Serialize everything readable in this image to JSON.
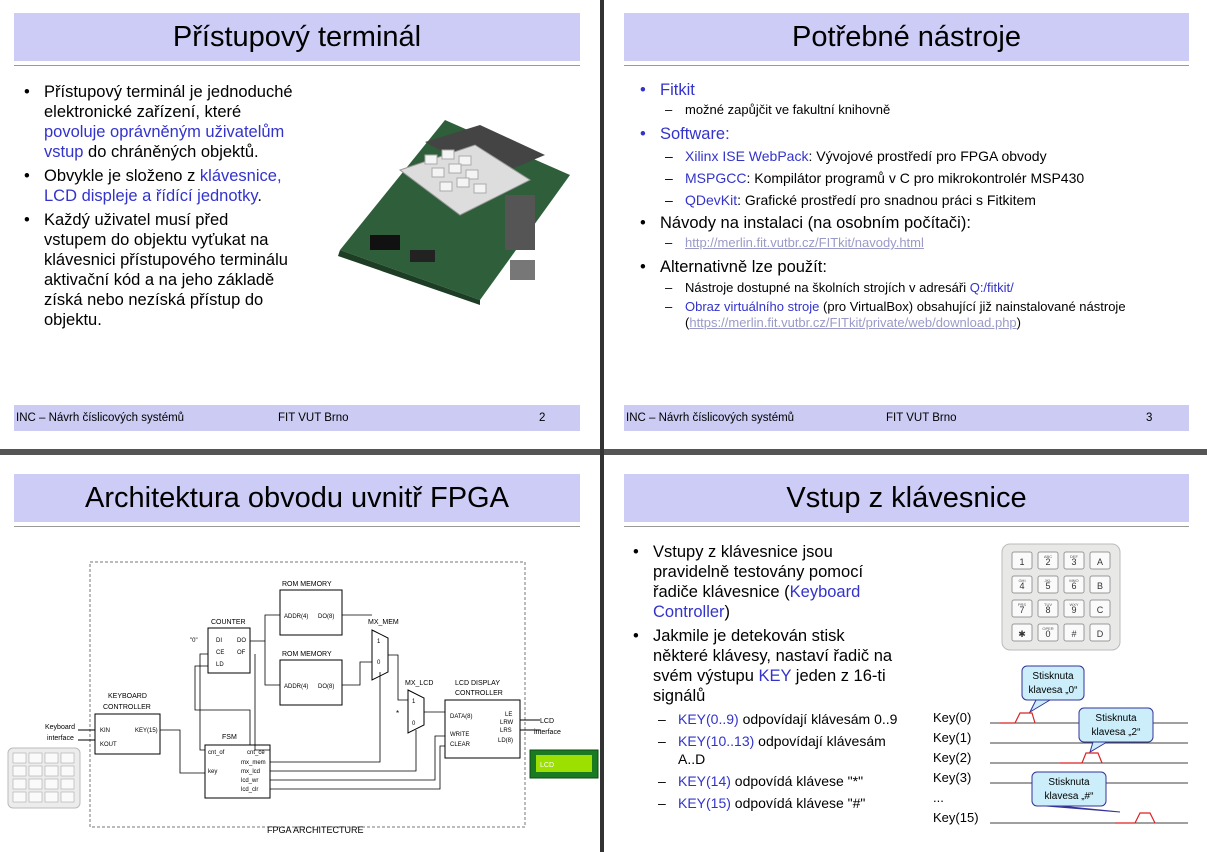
{
  "footer": {
    "left": "INC – Návrh číslicových systémů",
    "center": "FIT VUT Brno"
  },
  "slide1": {
    "title": "Přístupový terminál",
    "page": "2",
    "b1": {
      "t1": "Přístupový terminál je jednoduché elektronické zařízení, které ",
      "h1": "povoluje oprávněným uživatelům vstup",
      "t2": " do chráněných objektů."
    },
    "b2": {
      "t1": "Obvykle je složeno z ",
      "h1": "klávesnice, LCD displeje a řídící jednotky",
      "t2": "."
    },
    "b3": "Každý uživatel musí před vstupem do objektu vyťukat na klávesnici přístupového terminálu aktivační kód a na jeho základě získá nebo nezíská přístup do objektu."
  },
  "slide2": {
    "title": "Potřebné nástroje",
    "page": "3",
    "fitkit": "Fitkit",
    "fitkit_sub": "možné zapůjčit ve fakultní knihovně",
    "software": "Software:",
    "sw1_name": "Xilinx ISE WebPack",
    "sw1_desc": ": Vývojové prostředí pro FPGA obvody",
    "sw2_name": "MSPGCC",
    "sw2_desc": ": Kompilátor programů v C pro mikrokontrolér MSP430",
    "sw3_name": "QDevKit",
    "sw3_desc": ": Grafické prostředí pro snadnou práci s Fitkitem",
    "navody": "Návody na instalaci (na osobním počítači):",
    "navody_link": "http://merlin.fit.vutbr.cz/FITkit/navody.html",
    "alt": "Alternativně lze použít:",
    "alt1_t": "Nástroje dostupné na školních strojích v adresáři ",
    "alt1_h": "Q:/fitkit/",
    "alt2_h": "Obraz virtuálního stroje",
    "alt2_t": " (pro VirtualBox) obsahující již nainstalované nástroje (",
    "alt2_link": "https://merlin.fit.vutbr.cz/FITkit/private/web/download.php",
    "alt2_end": ")"
  },
  "slide3": {
    "title": "Architektura obvodu uvnitř FPGA",
    "caption": "FPGA ARCHITECTURE",
    "rom1": "ROM MEMORY",
    "rom2": "ROM MEMORY",
    "addr": "ADDR(4)",
    "do8": "DO(8)",
    "counter": "COUNTER",
    "di": "DI",
    "ce": "CE",
    "ld": "LD",
    "do": "DO",
    "of": "OF",
    "zero": "\"0\"",
    "mxmem": "MX_MEM",
    "mxlcd": "MX_LCD",
    "one": "1",
    "zerob": "0",
    "star": "*",
    "lcdc1": "LCD DISPLAY",
    "lcdc2": "CONTROLLER",
    "data8": "DATA(8)",
    "write": "WRITE",
    "clear": "CLEAR",
    "le": "LE",
    "lrw": "LRW",
    "lrs": "LRS",
    "ld8": "LD(8)",
    "lcd": "LCD",
    "lcdif": "interface",
    "lcdscreen": "LCD",
    "kbc1": "KEYBOARD",
    "kbc2": "CONTROLLER",
    "kin": "KIN",
    "kout": "KOUT",
    "key15": "KEY(15)",
    "kbd1": "Keyboard",
    "kbd2": "interface",
    "fsm": "FSM",
    "cntof": "cnt_of",
    "key": "key",
    "cntce": "cnt_ce",
    "mxmem_s": "mx_mem",
    "mxlcd_s": "mx_lcd",
    "lcdwr": "lcd_wr",
    "lcdclr": "lcd_clr"
  },
  "slide4": {
    "title": "Vstup z klávesnice",
    "b1_t": "Vstupy z klávesnice jsou pravidelně testovány pomocí řadiče klávesnice (",
    "b1_h": "Keyboard Controller",
    "b1_e": ")",
    "b2_t": "Jakmile je detekován stisk některé klávesy, nastaví řadič na svém výstupu ",
    "b2_h": "KEY",
    "b2_e": " jeden z 16-ti signálů",
    "s1_h": "KEY(0..9)",
    "s1_t": " odpovídají klávesám 0..9",
    "s2_h": "KEY(10..13)",
    "s2_t": " odpovídají klávesám A..D",
    "s3_h": "KEY(14)",
    "s3_t": " odpovídá klávese \"*\"",
    "s4_h": "KEY(15)",
    "s4_t": " odpovídá klávese \"#\"",
    "keys": [
      "1",
      "2",
      "3",
      "A",
      "4",
      "5",
      "6",
      "B",
      "7",
      "8",
      "9",
      "C",
      "✱",
      "0",
      "#",
      "D"
    ],
    "keysub": [
      "",
      "ABC",
      "DEF",
      "",
      "GHI",
      "JKL",
      "MNO",
      "",
      "PRS",
      "TUV",
      "WXY",
      "",
      "",
      "OPER",
      "",
      " "
    ],
    "sig": [
      "Key(0)",
      "Key(1)",
      "Key(2)",
      "Key(3)",
      "...",
      "Key(15)"
    ],
    "call1a": "Stisknuta",
    "call1b": "klavesa „0“",
    "call2a": "Stisknuta",
    "call2b": "klavesa „2“",
    "call3a": "Stisknuta",
    "call3b": "klavesa „#“"
  }
}
